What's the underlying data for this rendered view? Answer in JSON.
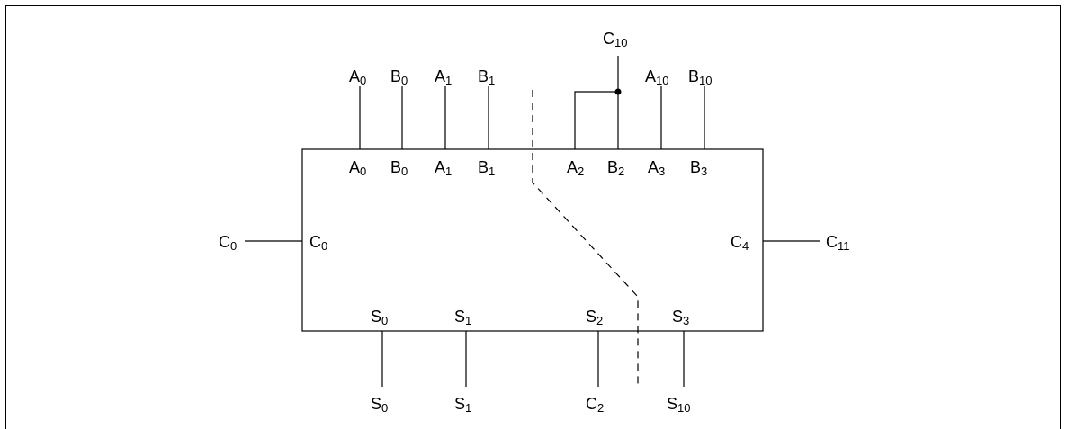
{
  "inputs_top": [
    {
      "base": "A",
      "sub": "0"
    },
    {
      "base": "B",
      "sub": "0"
    },
    {
      "base": "A",
      "sub": "1"
    },
    {
      "base": "B",
      "sub": "1"
    },
    {
      "base": "C",
      "sub": "10"
    },
    {
      "base": "A",
      "sub": "10"
    },
    {
      "base": "B",
      "sub": "10"
    }
  ],
  "box_pins_top": [
    {
      "base": "A",
      "sub": "0"
    },
    {
      "base": "B",
      "sub": "0"
    },
    {
      "base": "A",
      "sub": "1"
    },
    {
      "base": "B",
      "sub": "1"
    },
    {
      "base": "A",
      "sub": "2"
    },
    {
      "base": "B",
      "sub": "2"
    },
    {
      "base": "A",
      "sub": "3"
    },
    {
      "base": "B",
      "sub": "3"
    }
  ],
  "carry_in": {
    "external": {
      "base": "C",
      "sub": "0"
    },
    "pin": {
      "base": "C",
      "sub": "0"
    }
  },
  "carry_out": {
    "pin": {
      "base": "C",
      "sub": "4"
    },
    "external": {
      "base": "C",
      "sub": "11"
    }
  },
  "box_pins_bottom": [
    {
      "base": "S",
      "sub": "0"
    },
    {
      "base": "S",
      "sub": "1"
    },
    {
      "base": "S",
      "sub": "2"
    },
    {
      "base": "S",
      "sub": "3"
    }
  ],
  "outputs_bottom": [
    {
      "base": "S",
      "sub": "0"
    },
    {
      "base": "S",
      "sub": "1"
    },
    {
      "base": "C",
      "sub": "2"
    },
    {
      "base": "S",
      "sub": "10"
    }
  ]
}
